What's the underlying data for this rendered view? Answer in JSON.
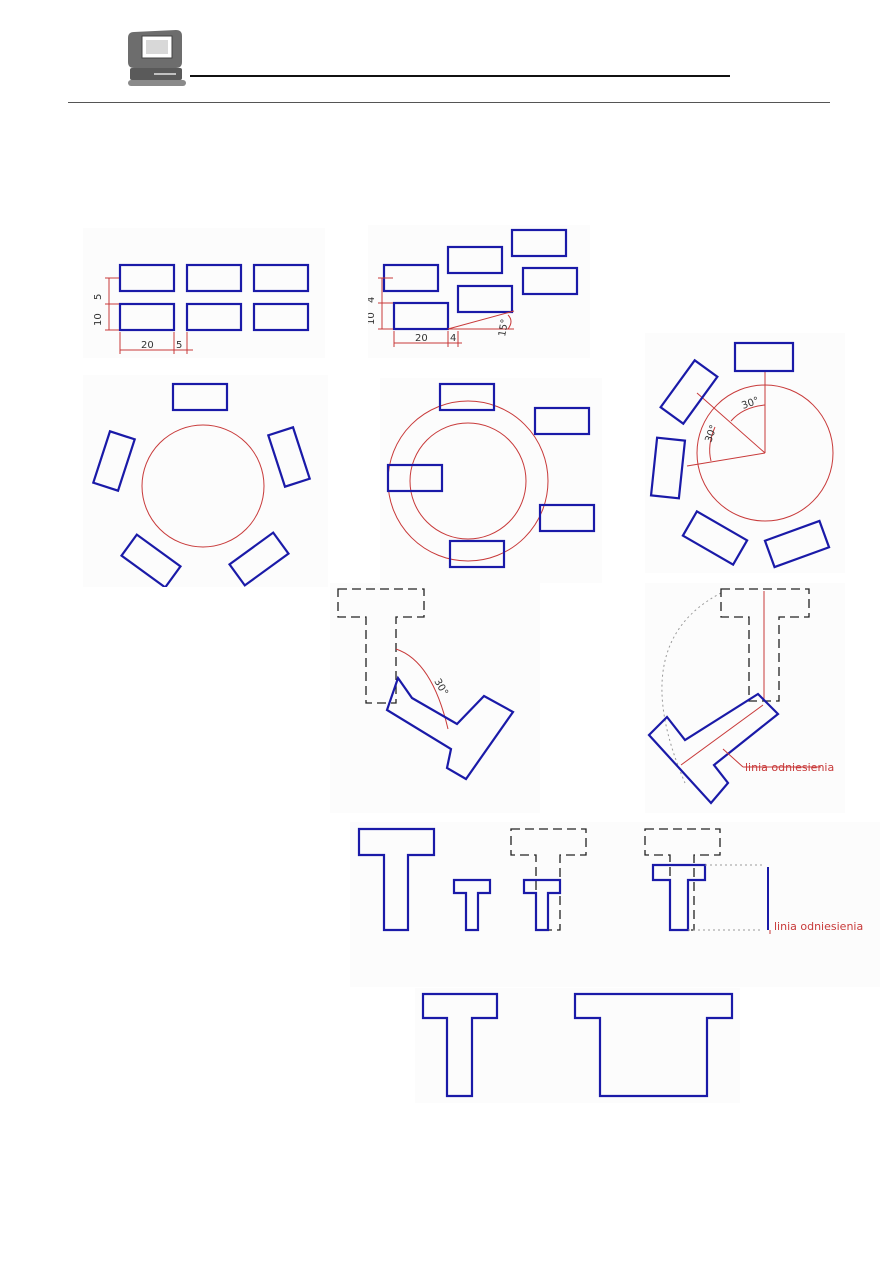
{
  "header": {
    "logo_icon": "computer-icon"
  },
  "figures": {
    "rect_array": {
      "dim_spacing_v": "5",
      "dim_height": "10",
      "dim_width": "20",
      "dim_spacing_h": "5"
    },
    "skewed_array": {
      "dim_spacing_v": "4",
      "dim_height": "10",
      "dim_width": "20",
      "dim_spacing_h": "4",
      "angle": "15°"
    },
    "polar_arc": {
      "angle_a": "30°",
      "angle_b": "30°"
    },
    "rotate": {
      "angle": "30°"
    },
    "rotate_reference": {
      "label": "linia  odniesienia"
    },
    "scale_reference": {
      "label": "linia  odniesienia"
    }
  },
  "colors": {
    "object": "#1a1aa8",
    "construction": "#c83a3a",
    "original_dashed": "#222222"
  }
}
